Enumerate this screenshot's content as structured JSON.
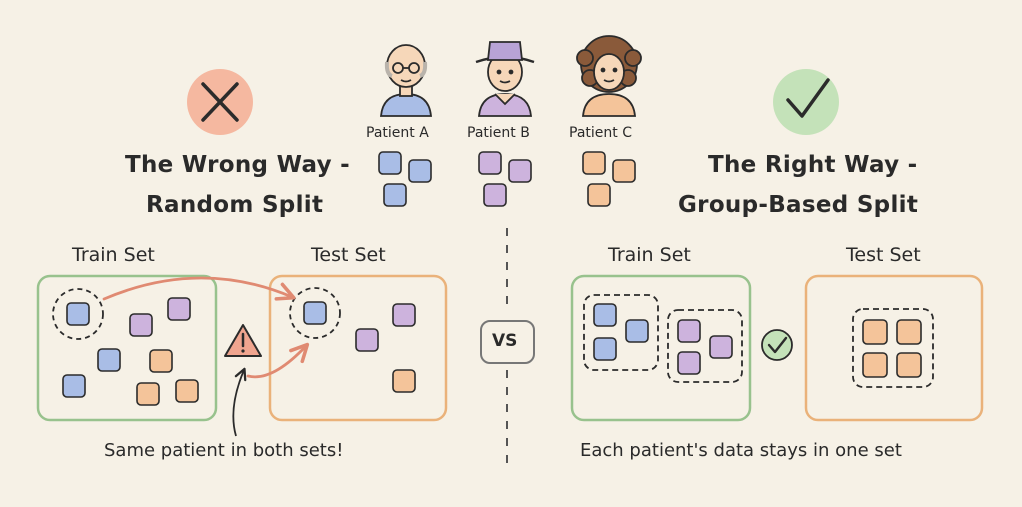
{
  "left": {
    "title_line1": "The Wrong Way -",
    "title_line2": "Random Split",
    "train_label": "Train Set",
    "test_label": "Test Set",
    "caption": "Same patient in both sets!",
    "status_icon": "cross-icon",
    "warning_icon": "warning-icon"
  },
  "right": {
    "title_line1": "The Right Way -",
    "title_line2": "Group-Based Split",
    "train_label": "Train Set",
    "test_label": "Test Set",
    "caption": "Each patient's data stays in one set",
    "status_icon": "check-icon"
  },
  "center": {
    "vs_label": "VS"
  },
  "patients": [
    {
      "label": "Patient A",
      "color": "#a9bde6",
      "avatar": "bald-man-with-glasses"
    },
    {
      "label": "Patient B",
      "color": "#cdb3dd",
      "avatar": "man-with-hat"
    },
    {
      "label": "Patient C",
      "color": "#f4c49a",
      "avatar": "woman-with-curly-hair"
    }
  ],
  "colors": {
    "background": "#f6f1e6",
    "train_border": "#98c28d",
    "test_border": "#eab27a",
    "arrow": "#e08a72",
    "wrong_circle": "#f5b8a0",
    "right_circle": "#c4e2b9"
  }
}
